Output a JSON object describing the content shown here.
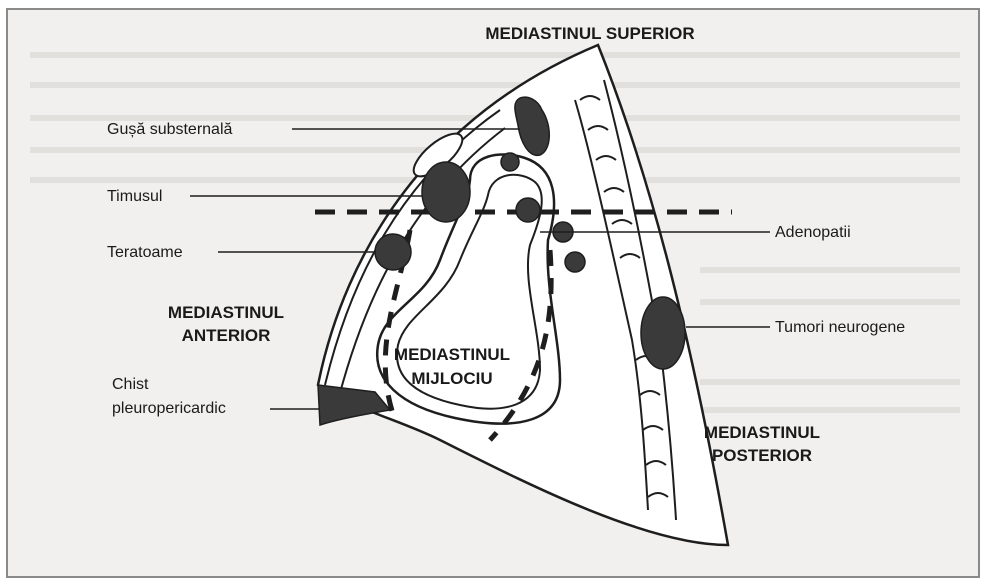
{
  "regions": {
    "superior": "MEDIASTINUL SUPERIOR",
    "anterior_line1": "MEDIASTINUL",
    "anterior_line2": "ANTERIOR",
    "middle_line1": "MEDIASTINUL",
    "middle_line2": "MIJLOCIU",
    "posterior_line1": "MEDIASTINUL",
    "posterior_line2": "POSTERIOR"
  },
  "labels": {
    "goiter": "Gușă substernală",
    "thymus": "Timusul",
    "teratoma": "Teratoame",
    "cyst_line1": "Chist",
    "cyst_line2": "pleuropericardic",
    "lymph": "Adenopatii",
    "neuro": "Tumori neurogene"
  },
  "colors": {
    "lesion": "#3a3a3a",
    "outline": "#1e1e1e",
    "background": "#f1f0ee"
  }
}
